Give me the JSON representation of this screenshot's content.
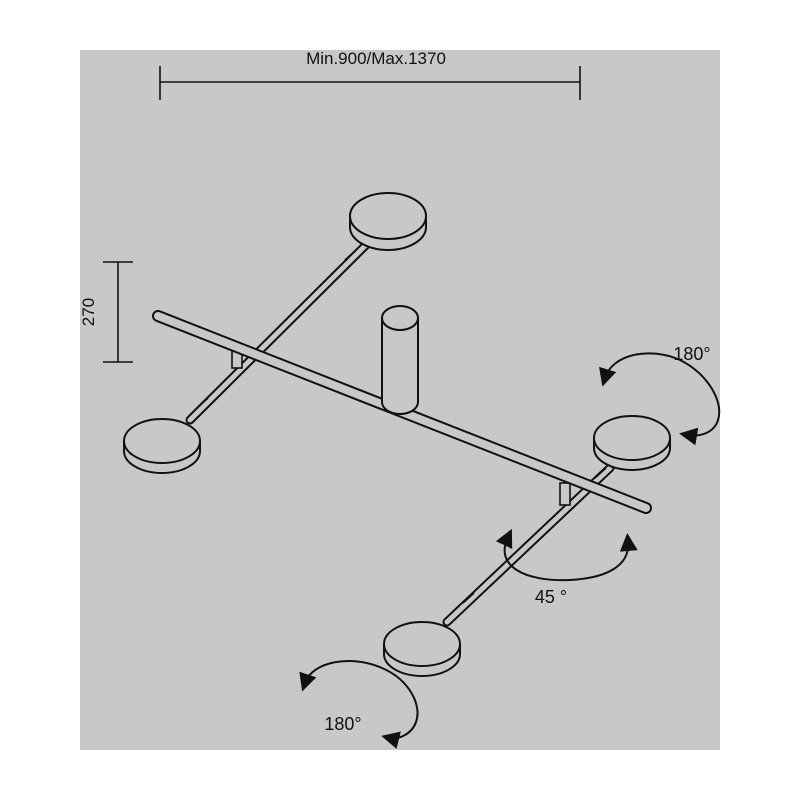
{
  "dimensions": {
    "width_label": "Min.900/Max.1370",
    "height_label": "270"
  },
  "rotations": {
    "top_right": "180°",
    "bottom_left": "180°",
    "arm_swing": "45 °"
  },
  "colors": {
    "background": "#ffffff",
    "panel": "#c8c8c8",
    "line": "#111111"
  }
}
